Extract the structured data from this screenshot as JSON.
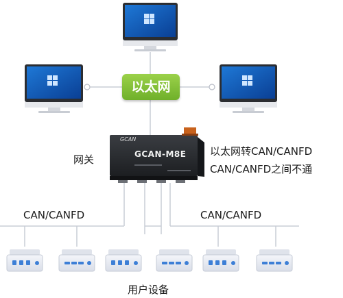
{
  "network": {
    "label": "以太网",
    "color": "#7cbf35"
  },
  "gateway": {
    "label": "网关",
    "brand": "GCAN",
    "model": "GCAN-M8E",
    "description_lines": [
      "以太网转CAN/CANFD",
      "CAN/CANFD之间不通"
    ]
  },
  "buses": [
    {
      "label": "CAN/CANFD"
    },
    {
      "label": "CAN/CANFD"
    }
  ],
  "devices": {
    "label": "用户设备",
    "count": 6
  },
  "computers": {
    "count": 3
  },
  "colors": {
    "wire": "#c9cdd6",
    "device": "#e8ecf3",
    "device_accent": "#3d7fd6",
    "gateway_body": "#25272b"
  }
}
